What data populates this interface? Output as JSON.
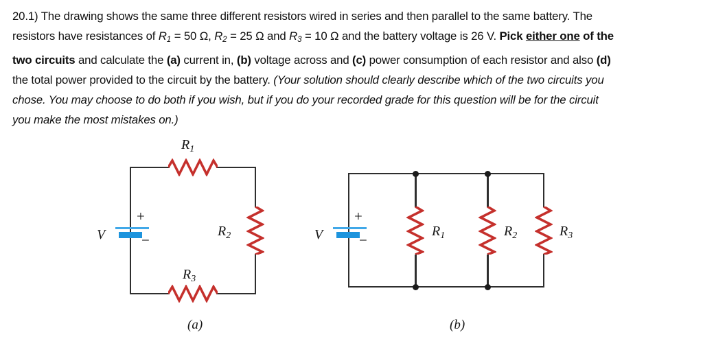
{
  "text": {
    "l1": [
      "20.1) The drawing shows the same three different resistors wired in series and then parallel to the same battery. The"
    ],
    "l2": [
      "resistors have resistances of ",
      "R",
      "1",
      " = 50 Ω, ",
      "R",
      "2",
      " = 25 Ω and ",
      "R",
      "3",
      " = 10 Ω and the battery voltage is 26 V. ",
      "Pick ",
      "either one",
      " of the"
    ],
    "l3": [
      "two circuits",
      " and calculate the ",
      "(a)",
      " current in, ",
      "(b)",
      " voltage across and ",
      "(c)",
      " power consumption of each resistor and also ",
      "(d)"
    ],
    "l4": [
      "the total power provided to the circuit by the battery. ",
      "(Your solution should clearly describe which of the two circuits you"
    ],
    "l5": [
      "chose. You may choose to do both if you wish, but if you do your recorded grade for this question will be for the circuit"
    ],
    "l6": [
      "you make the most mistakes on.)"
    ]
  },
  "figure": {
    "circuit_a": {
      "caption": "(a)",
      "battery_label": "V",
      "plus_sign": "+",
      "minus_sign": "−",
      "r1": {
        "base": "R",
        "sub": "1"
      },
      "r2": {
        "base": "R",
        "sub": "2"
      },
      "r3": {
        "base": "R",
        "sub": "3"
      }
    },
    "circuit_b": {
      "caption": "(b)",
      "battery_label": "V",
      "plus_sign": "+",
      "minus_sign": "−",
      "r1": {
        "base": "R",
        "sub": "1"
      },
      "r2": {
        "base": "R",
        "sub": "2"
      },
      "r3": {
        "base": "R",
        "sub": "3"
      }
    },
    "colors": {
      "resistor_red": "#c5302c",
      "battery_blue_thick": "#1d94dd",
      "battery_blue_thin": "#41a8e8",
      "wire_dark": "#2e2e2e"
    },
    "given_values": {
      "R1_ohms": 50,
      "R2_ohms": 25,
      "R3_ohms": 10,
      "battery_volts": 26
    }
  }
}
